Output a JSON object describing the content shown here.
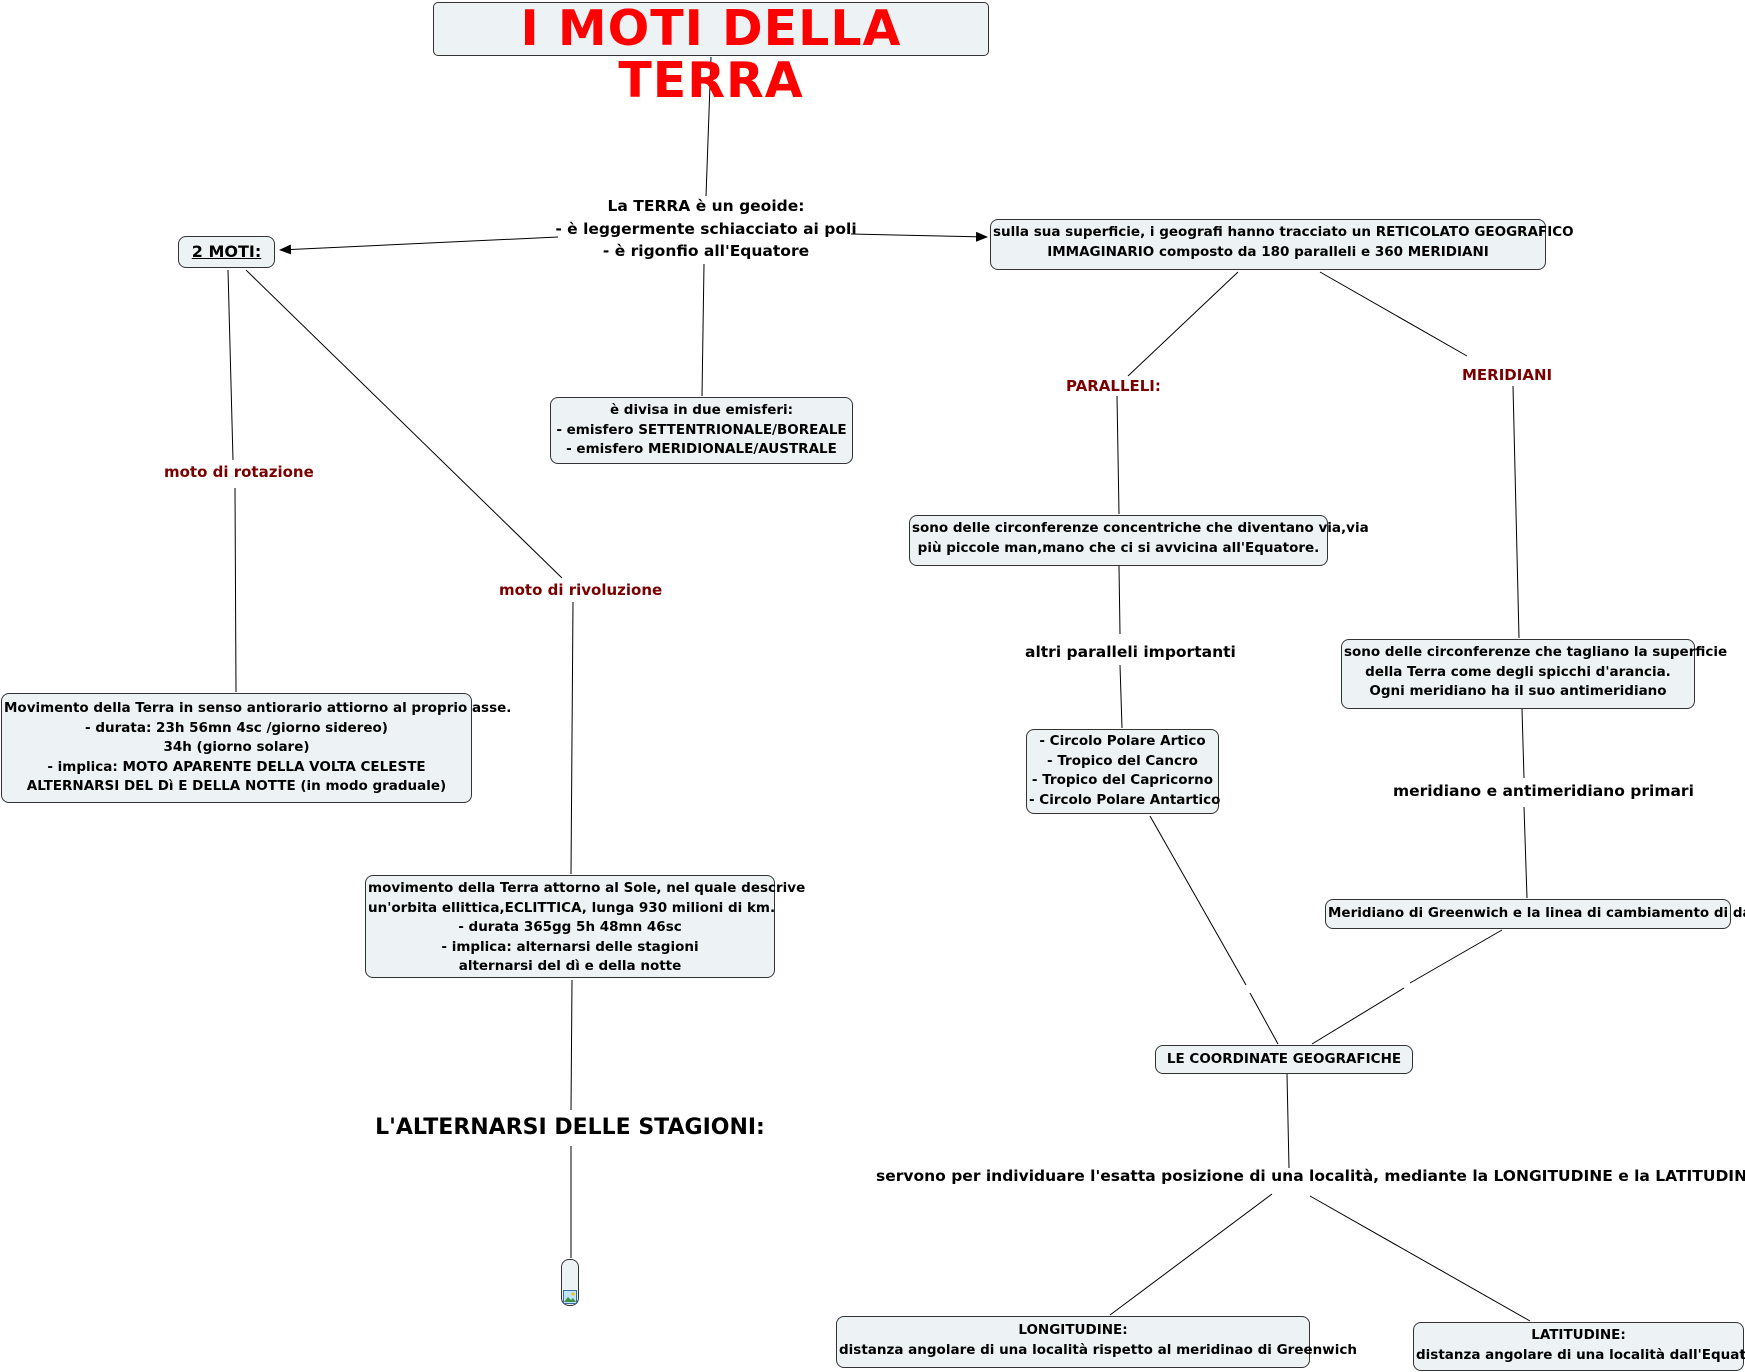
{
  "title": "I MOTI DELLA TERRA",
  "terra": {
    "lines": [
      "La TERRA è un geoide:",
      "- è leggermente schiacciato ai poli",
      "- è rigonfio all'Equatore"
    ]
  },
  "due_moti": "2 MOTI:",
  "emisferi": {
    "lines": [
      "è divisa in due emisferi:",
      "- emisfero SETTENTRIONALE/BOREALE",
      "- emisfero MERIDIONALE/AUSTRALE"
    ]
  },
  "reticolato": {
    "lines": [
      "sulla sua superficie, i geografi hanno tracciato un RETICOLATO GEOGRAFICO",
      "IMMAGINARIO composto da 180 paralleli e 360 MERIDIANI"
    ]
  },
  "labels": {
    "rotazione": "moto di rotazione",
    "rivoluzione": "moto di rivoluzione",
    "paralleli": "PARALLELI:",
    "meridiani": "MERIDIANI",
    "altri_paralleli": "altri paralleli importanti",
    "meridiano_primario": "meridiano e antimeridiano primari",
    "servono": "servono per individuare l'esatta posizione di una località, mediante la LONGITUDINE e la LATITUDINE"
  },
  "rotazione_box": {
    "lines": [
      "Movimento della Terra in senso antiorario attiorno al proprio asse.",
      "- durata: 23h 56mn 4sc /giorno sidereo)",
      "34h (giorno solare)",
      "- implica: MOTO APARENTE DELLA VOLTA CELESTE",
      "ALTERNARSI DEL Dì E DELLA NOTTE (in modo graduale)"
    ]
  },
  "rivoluzione_box": {
    "lines": [
      "movimento della Terra attorno al Sole, nel quale descrive",
      "un'orbita ellittica,ECLITTICA, lunga 930 milioni di km.",
      "- durata 365gg 5h 48mn 46sc",
      "- implica: alternarsi delle stagioni",
      "alternarsi del dì e della notte"
    ]
  },
  "stagioni": "L'ALTERNARSI DELLE STAGIONI:",
  "paralleli_box": {
    "lines": [
      "sono delle circonferenze concentriche che diventano via,via",
      "più piccole man,mano che ci si avvicina all'Equatore."
    ]
  },
  "paralleli_list": {
    "lines": [
      "- Circolo Polare Artico",
      "- Tropico del Cancro",
      "- Tropico del Capricorno",
      "- Circolo Polare Antartico"
    ]
  },
  "meridiani_box": {
    "lines": [
      "sono delle circonferenze che tagliano la superficie",
      "della Terra come degli spicchi d'arancia.",
      "Ogni meridiano ha il suo antimeridiano"
    ]
  },
  "greenwich": "Meridiano di Greenwich e la linea di cambiamento di data",
  "coordinate": "LE COORDINATE GEOGRAFICHE",
  "longitudine": {
    "lines": [
      "LONGITUDINE:",
      "distanza angolare di una località rispetto al meridinao di Greenwich"
    ]
  },
  "latitudine": {
    "lines": [
      "LATITUDINE:",
      "distanza angolare di una località dall'Equatore"
    ]
  },
  "colors": {
    "title": "#ff0000",
    "link_label": "#7a0000",
    "node_fill": "#edf3f5"
  },
  "icons": [
    "image-icon"
  ]
}
